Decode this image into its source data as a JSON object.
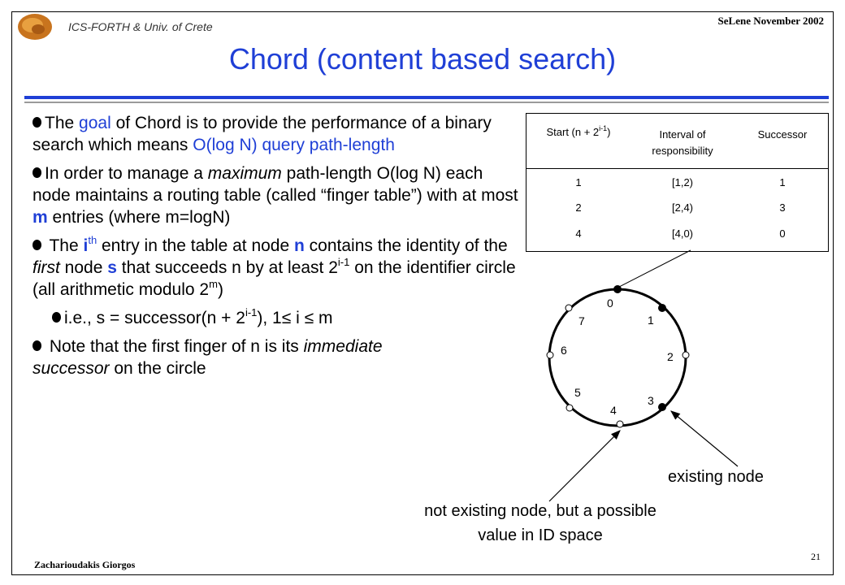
{
  "header": {
    "org": "ICS-FORTH & Univ. of Crete",
    "conference": "SeLene November 2002"
  },
  "slide_title": "Chord (content based search)",
  "bullets": {
    "b1": {
      "pre": "The ",
      "goal": "goal",
      "mid": " of Chord is to provide the performance of a binary search which means ",
      "olog": "O(log N) query path-length"
    },
    "b2": {
      "pre": "In order to manage a ",
      "maximum": "maximum",
      "post": " path-length O(log N) each node maintains a routing table (called “finger table”) with at most ",
      "m": "m",
      "end": " entries (where m=logN)"
    },
    "b3": {
      "pre": " The ",
      "i": "i",
      "th": "th",
      "mid1": " entry in the table at node ",
      "n": "n",
      "mid2": " contains the identity of the ",
      "first": "first",
      "mid3": " node ",
      "s": "s",
      "mid4": " that succeeds n by at least 2",
      "exp1": "i-1",
      "mid5": " on the identifier circle (all arithmetic modulo 2",
      "exp2": "m",
      "end": ")"
    },
    "b4": {
      "pre": "i.e.,  s = successor(n + 2",
      "exp": "i-1",
      "post": "), 1≤ i ≤ m"
    },
    "b5": {
      "pre": " Note that the first finger of n is its ",
      "immediate": "immediate  successor",
      "post": " on the circle"
    }
  },
  "finger_table": {
    "headers": {
      "start_pre": "Start (n + 2",
      "start_exp": "i-1",
      "start_post": ")",
      "interval": "Interval of responsibility",
      "successor": "Successor"
    },
    "rows": [
      {
        "start": "1",
        "interval": "[1,2)",
        "successor": "1"
      },
      {
        "start": "2",
        "interval": "[2,4)",
        "successor": "3"
      },
      {
        "start": "4",
        "interval": "[4,0)",
        "successor": "0"
      }
    ]
  },
  "ring": {
    "labels": [
      "0",
      "1",
      "2",
      "3",
      "4",
      "5",
      "6",
      "7"
    ]
  },
  "annotations": {
    "existing": "existing node",
    "not_existing": "not existing node, but a possible value in ID space"
  },
  "footer": {
    "author": "Zacharioudakis Giorgos",
    "page": "21"
  }
}
